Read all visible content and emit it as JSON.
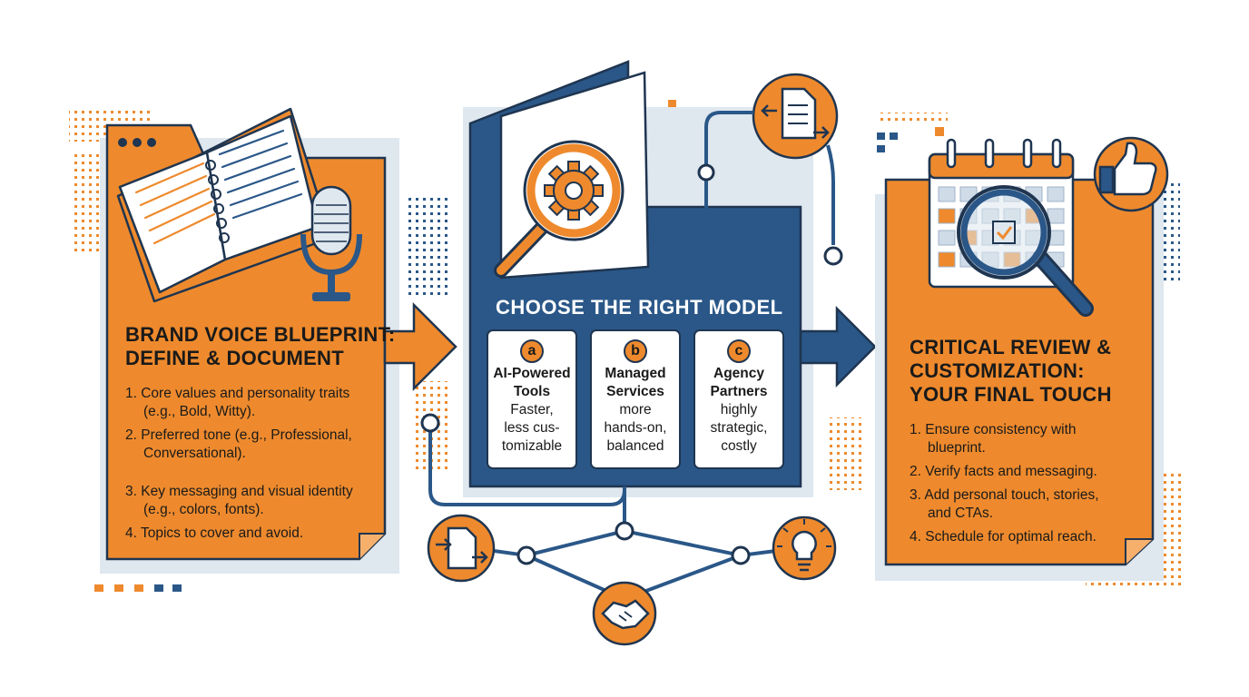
{
  "left_panel": {
    "title_lines": [
      "BRAND VOICE BLUEPRINT:",
      "DEFINE & DOCUMENT"
    ],
    "items": [
      [
        "1. Core values and personality traits",
        "(e.g., Bold, Witty)."
      ],
      [
        "2. Preferred tone (e.g., Professional,",
        "Conversational)."
      ],
      [
        "3. Key messaging and visual identity",
        "(e.g., colors, fonts)."
      ],
      [
        "4. Topics to cover and avoid."
      ]
    ]
  },
  "center_panel": {
    "title": "CHOOSE THE RIGHT MODEL",
    "cards": [
      {
        "letter": "a",
        "name_lines": [
          "AI-Powered",
          "Tools"
        ],
        "desc_lines": [
          "Faster,",
          "less cus-",
          "tomizable"
        ]
      },
      {
        "letter": "b",
        "name_lines": [
          "Managed",
          "Services"
        ],
        "desc_lines": [
          "more",
          "hands-on,",
          "balanced"
        ]
      },
      {
        "letter": "c",
        "name_lines": [
          "Agency",
          "Partners"
        ],
        "desc_lines": [
          "highly",
          "strategic,",
          "costly"
        ]
      }
    ]
  },
  "right_panel": {
    "title_lines": [
      "CRITICAL REVIEW &",
      "CUSTOMIZATION:",
      "YOUR FINAL TOUCH"
    ],
    "items": [
      [
        "1. Ensure consistency with",
        "blueprint."
      ],
      [
        "2. Verify facts and messaging."
      ],
      [
        "3. Add personal touch, stories,",
        "and CTAs."
      ],
      [
        "4. Schedule for optimal reach."
      ]
    ]
  },
  "icons": {
    "left": [
      "open-book-icon",
      "microphone-icon"
    ],
    "center": [
      "document-icon",
      "magnifier-gear-icon",
      "document-exchange-icon",
      "handshake-icon",
      "lightbulb-icon"
    ],
    "right": [
      "calendar-icon",
      "magnifier-icon",
      "thumbs-up-icon"
    ]
  },
  "colors": {
    "orange": "#ee8a2d",
    "navy": "#2a5788",
    "light_blue": "#dfe7ef",
    "dark_outline": "#1f3550"
  }
}
